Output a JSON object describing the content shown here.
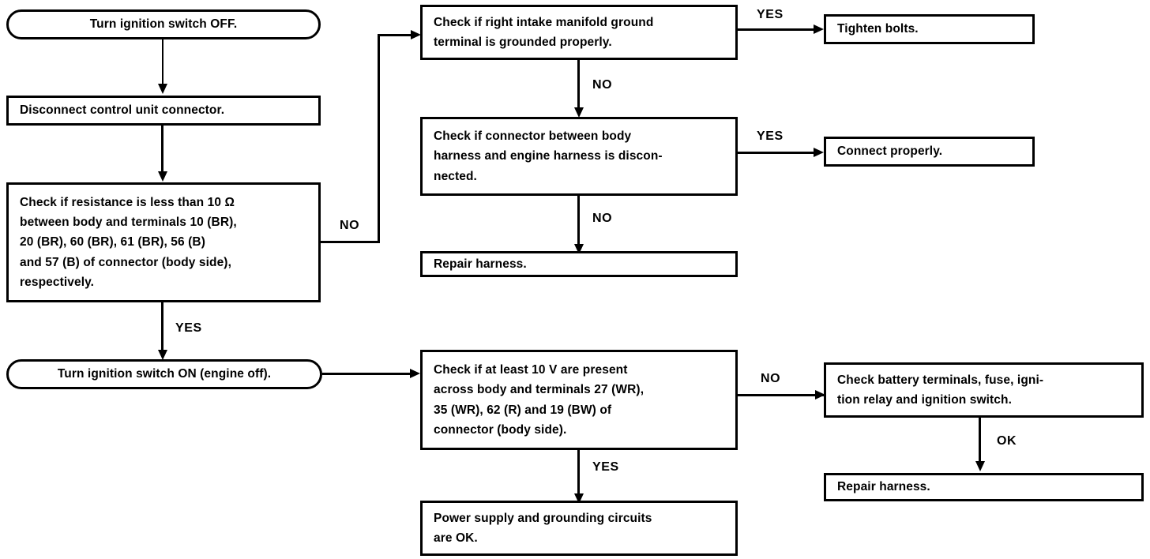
{
  "diagram": {
    "title": "Power supply and grounding circuit diagnostic flowchart",
    "line_color": "#000000",
    "background_color": "#ffffff"
  },
  "nodes": {
    "ignition_off": {
      "line1": "Turn ignition switch OFF."
    },
    "disconnect_connector": {
      "line1": "Disconnect control unit connector."
    },
    "resistance_check": {
      "line1": "Check if resistance is less than 10 Ω",
      "line2": "between body and terminals 10 (BR),",
      "line3": "20 (BR), 60 (BR), 61 (BR), 56 (B)",
      "line4": "and 57 (B) of connector (body side),",
      "line5": "respectively."
    },
    "ignition_on": {
      "line1": "Turn ignition switch ON (engine off)."
    },
    "ground_terminal_check": {
      "line1": "Check if right intake manifold ground",
      "line2": "terminal is grounded properly."
    },
    "tighten_bolts": {
      "line1": "Tighten bolts."
    },
    "connector_check": {
      "line1": "Check if connector between body",
      "line2": "harness and engine harness is discon-",
      "line3": "nected."
    },
    "connect_properly": {
      "line1": "Connect properly."
    },
    "repair_harness_upper": {
      "line1": "Repair harness."
    },
    "voltage_check": {
      "line1": "Check if at least 10 V are present",
      "line2": "across body and terminals 27 (WR),",
      "line3": "35 (WR), 62 (R) and 19 (BW) of",
      "line4": "connector (body side)."
    },
    "battery_check": {
      "line1": "Check battery terminals, fuse, igni-",
      "line2": "tion relay and ignition switch."
    },
    "repair_harness_lower": {
      "line1": "Repair harness."
    },
    "circuits_ok": {
      "line1": "Power supply and grounding circuits",
      "line2": "are OK."
    }
  },
  "branch_labels": {
    "resistance_no": "NO",
    "resistance_yes": "YES",
    "ground_yes": "YES",
    "ground_no": "NO",
    "connector_yes": "YES",
    "connector_no": "NO",
    "voltage_no": "NO",
    "voltage_yes": "YES",
    "battery_ok": "OK"
  }
}
